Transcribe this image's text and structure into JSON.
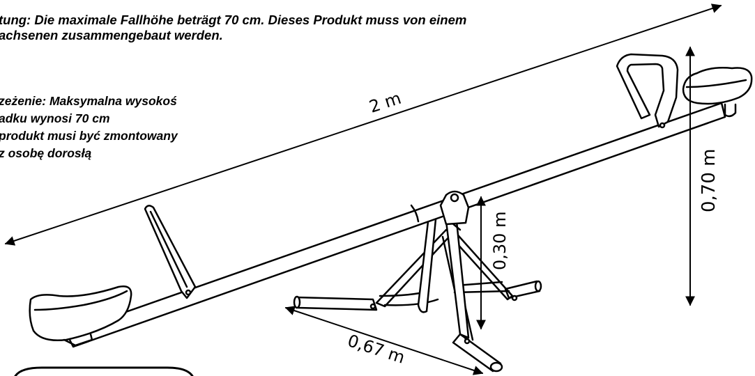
{
  "warnings": {
    "german": {
      "line1": "tung: Die maximale Fallhöhe beträgt 70 cm. Dieses Produkt muss von einem",
      "line2": "achsenen zusammengebaut werden."
    },
    "polish": {
      "line1": "zeżenie: Maksymalna wysokoś",
      "line2": "adku wynosi 70 cm",
      "line3": "produkt musi być zmontowany",
      "line4": "z osobę dorosłą"
    }
  },
  "dimensions": {
    "length": "2 m",
    "max_height": "0,70 m",
    "pivot_height": "0,30 m",
    "base_width": "0,67 m"
  },
  "colors": {
    "line": "#000000",
    "background": "#ffffff"
  }
}
